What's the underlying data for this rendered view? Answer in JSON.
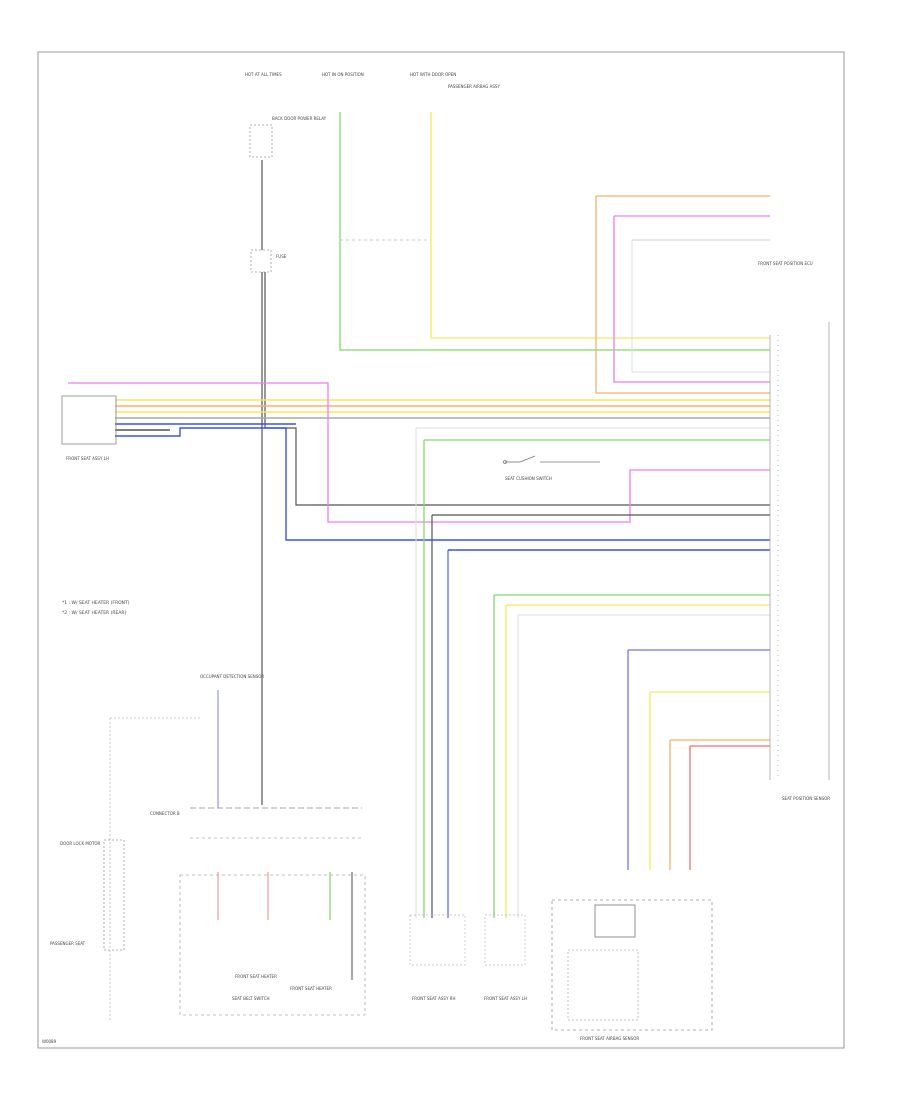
{
  "diagram": {
    "page_code": "W0089",
    "legend_lines": [
      "*1 : W/ SEAT HEATER (FRONT)",
      "*2 : W/ SEAT HEATER (REAR)"
    ],
    "top_sources": [
      {
        "label": "HOT AT ALL TIMES"
      },
      {
        "label": "HOT IN ON POSITION"
      },
      {
        "label": "HOT WITH DOOR OPEN"
      }
    ],
    "components": {
      "relay": "BACK DOOR POWER RELAY",
      "passenger_airbag": "PASSENGER AIRBAG ASSY",
      "fuse_box": "FUSE",
      "front_seat_left": "FRONT SEAT ASSY LH",
      "front_seat_right": "FRONT SEAT ASSY RH",
      "cushion_switch": "SEAT CUSHION SWITCH",
      "occupant_sensor": "OCCUPANT DETECTION SENSOR",
      "seat_module": "SEAT POSITION SENSOR",
      "door_lock": "DOOR LOCK MOTOR",
      "passenger_seat": "PASSENGER SEAT",
      "ecu_right": "FRONT SEAT POSITION ECU",
      "connector_b": "CONNECTOR B",
      "seat_heater_left": "FRONT SEAT HEATER",
      "seat_heater_right": "FRONT SEAT HEATER",
      "seat_belt": "SEAT BELT SWITCH",
      "bottom_module": "FRONT SEAT AIRBAG SENSOR"
    }
  }
}
